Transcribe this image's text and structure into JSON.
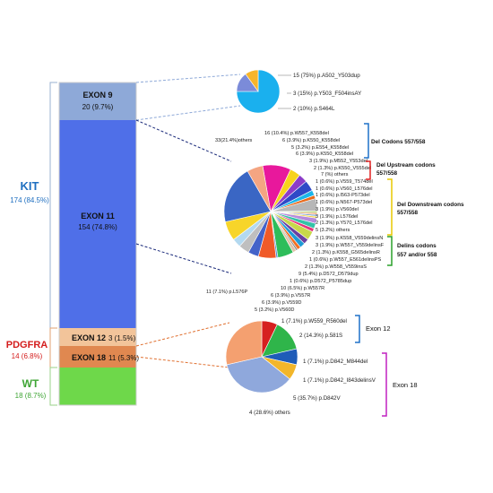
{
  "colors": {
    "kit": "#1f6fc0",
    "pdgfra": "#d41c1c",
    "wt": "#3fa535",
    "exon9_bar": "#8ea9d8",
    "exon11_bar": "#4f6fe8",
    "exon12_bar": "#f2c49a",
    "exon18_bar": "#e08850",
    "wt_bar": "#6ed84a",
    "bracket_del": "#1e70c8",
    "bracket_upstream": "#e02020",
    "bracket_downstream": "#e8c800",
    "bracket_delins": "#2aa02a",
    "bracket_exon12": "#1e70c8",
    "bracket_exon18": "#c020c0"
  },
  "bar_labels": {
    "exon9_name": "EXON 9",
    "exon9_count": "20 (9.7%)",
    "exon11_name": "EXON 11",
    "exon11_count": "154 (74.8%)",
    "exon12_name": "EXON 12",
    "exon12_count": "3 (1.5%)",
    "exon18_name": "EXON 18",
    "exon18_count": "11 (5.3%)"
  },
  "gene_labels": {
    "kit_name": "KIT",
    "kit_count": "174 (84.5%)",
    "pdgfra_name": "PDGFRA",
    "pdgfra_count": "14 (6.8%)",
    "wt_name": "WT",
    "wt_count": "18 (8.7%)"
  },
  "group_labels": {
    "del": "Del Codons 557/558",
    "upstream_1": "Del Upstream codons",
    "upstream_2": "557/558",
    "downstream_1": "Del Downstream codons",
    "downstream_2": "557/558",
    "delins_1": "Delins codons",
    "delins_2": "557 and/or 558",
    "exon12": "Exon 12",
    "exon18": "Exon 18"
  },
  "chart_data": [
    {
      "type": "bar",
      "stacked": true,
      "categories": [
        "EXON 9",
        "EXON 11",
        "EXON 12",
        "EXON 18",
        "WT"
      ],
      "values": [
        20,
        154,
        3,
        11,
        18
      ],
      "percent": [
        9.7,
        74.8,
        1.5,
        5.3,
        8.7
      ],
      "groups": [
        {
          "name": "KIT",
          "count": 174,
          "percent": 84.5
        },
        {
          "name": "PDGFRA",
          "count": 14,
          "percent": 6.8
        },
        {
          "name": "WT",
          "count": 18,
          "percent": 8.7
        }
      ]
    },
    {
      "type": "pie",
      "slices": [
        {
          "label": "15 (75%) p.A502_Y503dup",
          "value": 15,
          "color": "#1ab0ee"
        },
        {
          "label": "3 (15%) p.Y503_F504insAY",
          "value": 3,
          "color": "#7b8bd9"
        },
        {
          "label": "2 (10%) p.S464L",
          "value": 2,
          "color": "#f6b52b"
        }
      ]
    },
    {
      "type": "pie",
      "slices": [
        {
          "label": "16 (10.4%) p.W557_K558del",
          "value": 16,
          "color": "#e8189c"
        },
        {
          "label": "6 (3.9%) p.K550_K558del",
          "value": 6,
          "color": "#f7d31c"
        },
        {
          "label": "5 (3.2%) p.E554_K558del",
          "value": 5,
          "color": "#8c3cc8"
        },
        {
          "label": "6 (3.9%) p.K550_K558del",
          "value": 6,
          "color": "#2f49c7"
        },
        {
          "label": "3 (1.9%) p.M552_Y553del",
          "value": 3,
          "color": "#1bb5ea"
        },
        {
          "label": "2 (1.3%) p.K550_V555del",
          "value": 2,
          "color": "#e86a1c"
        },
        {
          "label": "7 (%) others",
          "value": 7,
          "color": "#b7b7b7"
        },
        {
          "label": "1 (0.6%) p.V559_T574del",
          "value": 1,
          "color": "#aed36e"
        },
        {
          "label": "1 (0.6%) p.V560_L576del",
          "value": 1,
          "color": "#f2a774"
        },
        {
          "label": "1 (0.6%) p.I563-P573del",
          "value": 1,
          "color": "#7da5d7"
        },
        {
          "label": "1 (0.6%) p.N567-P573del",
          "value": 1,
          "color": "#f4d53c"
        },
        {
          "label": "3 (1.9%) p.V560del",
          "value": 3,
          "color": "#b78cdc"
        },
        {
          "label": "3 (1.9%) p.L576del",
          "value": 3,
          "color": "#34c3a8"
        },
        {
          "label": "2 (1.3%) p.Y570_L576del",
          "value": 2,
          "color": "#e6357a"
        },
        {
          "label": "5 (3.2%) others",
          "value": 5,
          "color": "#c8d84a"
        },
        {
          "label": "3 (1.9%) p.K558_V559delinsN",
          "value": 3,
          "color": "#6b3fa0"
        },
        {
          "label": "3 (1.9%) p.W557_V559delinsF",
          "value": 3,
          "color": "#1f9ad6"
        },
        {
          "label": "2 (1.3%) p.K558_G565delinsR",
          "value": 2,
          "color": "#f36f21"
        },
        {
          "label": "1 (0.6%) p.W557_E561delinsPS",
          "value": 1,
          "color": "#8a8a8a"
        },
        {
          "label": "2 (1.3%) p.W558_V559insS",
          "value": 2,
          "color": "#e0c2a8"
        },
        {
          "label": "9 (5.4%) p.D572_D579dup",
          "value": 9,
          "color": "#2ebd5a"
        },
        {
          "label": "1 (0.6%) p.D572_P5785dup",
          "value": 1,
          "color": "#5a8fd8"
        },
        {
          "label": "10 (6.5%) p.W557R",
          "value": 10,
          "color": "#f05a28"
        },
        {
          "label": "6 (3.9%) p.V557R",
          "value": 6,
          "color": "#4463c9"
        },
        {
          "label": "6 (3.9%) p.V559D",
          "value": 6,
          "color": "#bfbfbf"
        },
        {
          "label": "5 (3.2%) p.V560D",
          "value": 5,
          "color": "#b3d9f0"
        },
        {
          "label": "11 (7.1%) p.L576P",
          "value": 11,
          "color": "#f7d52a"
        },
        {
          "label": "33(21.4%)others",
          "value": 33,
          "color": "#3a66c4"
        },
        {
          "label": "",
          "value": 9,
          "color": "#f4a582"
        }
      ]
    },
    {
      "type": "pie",
      "slices": [
        {
          "label": "1 (7.1%) p.W559_R560del",
          "value": 1,
          "color": "#d62020"
        },
        {
          "label": "2 (14.3%) p.581S",
          "value": 2,
          "color": "#2fb54a"
        },
        {
          "label": "1 (7.1%) p.D842_M844del",
          "value": 1,
          "color": "#1f5cb8"
        },
        {
          "label": "1 (7.1%) p.D842_I843delinsV",
          "value": 1,
          "color": "#f2b62a"
        },
        {
          "label": "5 (35.7%) p.D842V",
          "value": 5,
          "color": "#8fa8dc"
        },
        {
          "label": "4 (28.6%) others",
          "value": 4,
          "color": "#f4a070"
        }
      ]
    }
  ]
}
